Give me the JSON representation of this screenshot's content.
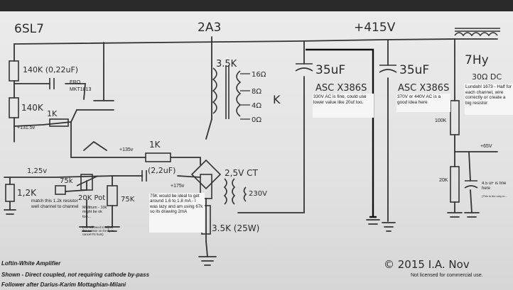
{
  "labels": {
    "tube_6sl7": "6SL7",
    "tube_2a3": "2A3",
    "supply_voltage": "+415V",
    "r_140k_top": "140K (0,22uF)",
    "cap_ero": "ERO",
    "cap_mkt": "MKT1813",
    "r_140k_mid": "140K",
    "v_131": "+131.5v",
    "r_1k_left": "1K",
    "v_135": "+135v",
    "r_1k_mid": "1K",
    "v_125": "1,25v",
    "r_12k": "1,2K",
    "note_match": "match this 1.2k resistor well channel to channel",
    "r_75k_a": "75k",
    "pot_20k": "20K Pot",
    "r_75k_b": "75K",
    "note_multiturn": "Multiturn - 10k might be ok too...",
    "note_adjust": "(You will need to adjust this resistor on the fly to cancel PS hum)",
    "cap_22uf": "(2,2uF)",
    "v_175": "+175v",
    "note_75k": "75K would be ideal to get around 1.6 to 1.8 mA - I was lazy and am using 67k so its drawing 2mA",
    "ct_25v": "2,5V CT",
    "v_230": "230V",
    "r_35k_25w": "3.5K (25W)",
    "ot_35k": "3.5K",
    "tap_16": "16Ω",
    "tap_8": "8Ω",
    "tap_4": "4Ω",
    "tap_0": "0Ω",
    "tap_k": "K",
    "cap1_val": "35uF",
    "cap1_brand": "ASC X386S",
    "note_cap1": "330V AC is fine, could use lower value like 20uf too.",
    "cap2_val": "35uF",
    "cap2_brand": "ASC X386S",
    "note_cap2": "370V or 440V AC is a good idea here",
    "choke_7hy": "7Hy",
    "choke_30r": "30Ω DC",
    "note_lundahl": "Lundahl 1673 - Half for each channel, wire correctly or create a big resistor",
    "r_100k": "100K",
    "v_65": "+65V",
    "r_20k": "20K",
    "note_45uf": "4.5 uF is fine here",
    "note_only_rc": "(This is the only m...",
    "title_line1": "Loftin-White Amplifier",
    "title_line2": "Shown - Direct coupled, not requiring cathode by-pass",
    "title_line3": "Follower after Darius-Karim Mottaghian-Milani",
    "copyright": "© 2015  I.A. Nov",
    "license": "Not licensed for commercial use."
  }
}
